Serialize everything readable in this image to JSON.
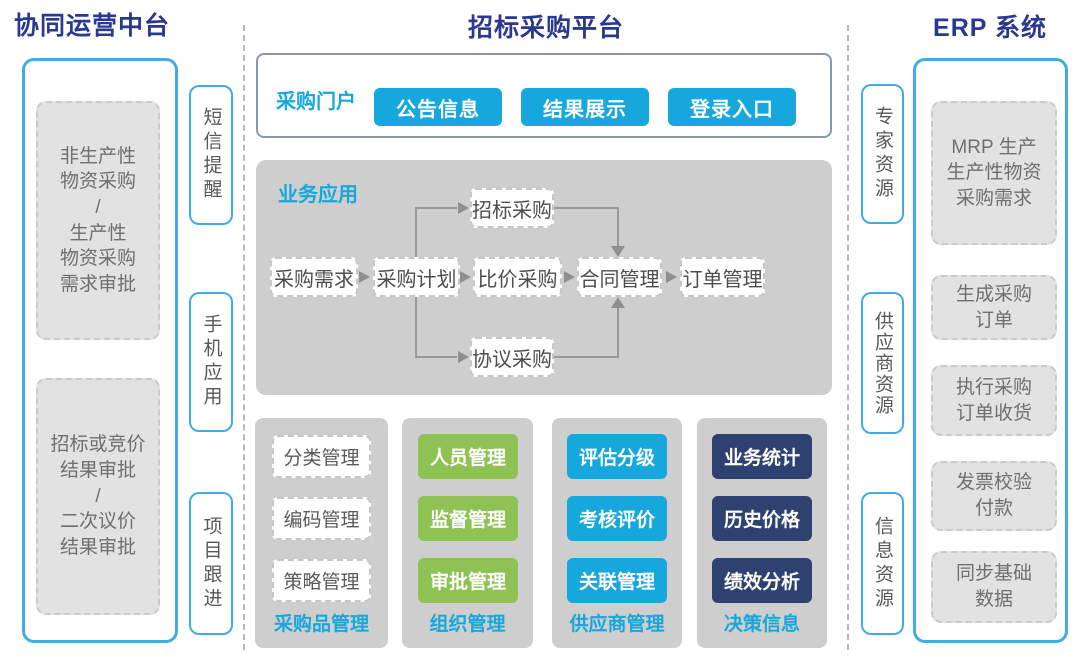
{
  "left": {
    "title": "协同运营中台",
    "box1": {
      "lines": [
        "非生产性",
        "物资采购",
        "/",
        "生产性",
        "物资采购",
        "需求审批"
      ]
    },
    "box2": {
      "lines": [
        "招标或竞价",
        "结果审批",
        "/",
        "二次议价",
        "结果审批"
      ]
    },
    "tabs": [
      "短信提醒",
      "手机应用",
      "项目跟进"
    ]
  },
  "center": {
    "title": "招标采购平台",
    "portal": {
      "label": "采购门户",
      "buttons": [
        "公告信息",
        "结果展示",
        "登录入口"
      ]
    },
    "business": {
      "label": "业务应用",
      "flow": [
        "采购需求",
        "采购计划",
        "比价采购",
        "合同管理",
        "订单管理"
      ],
      "branch_top": "招标采购",
      "branch_bottom": "协议采购"
    },
    "modules": [
      {
        "label": "采购品管理",
        "items": [
          "分类管理",
          "编码管理",
          "策略管理"
        ]
      },
      {
        "label": "组织管理",
        "items": [
          "人员管理",
          "监督管理",
          "审批管理"
        ]
      },
      {
        "label": "供应商管理",
        "items": [
          "评估分级",
          "考核评价",
          "关联管理"
        ]
      },
      {
        "label": "决策信息",
        "items": [
          "业务统计",
          "历史价格",
          "绩效分析"
        ]
      }
    ]
  },
  "right": {
    "title": "ERP 系统",
    "tabs": [
      "专家资源",
      "供应商资源",
      "信息资源"
    ],
    "boxes": [
      {
        "lines": [
          "MRP 生产",
          "生产性物资",
          "采购需求"
        ]
      },
      {
        "lines": [
          "生成采购",
          "订单"
        ]
      },
      {
        "lines": [
          "执行采购",
          "订单收货"
        ]
      },
      {
        "lines": [
          "发票校验",
          "付款"
        ]
      },
      {
        "lines": [
          "同步基础",
          "数据"
        ]
      }
    ]
  },
  "colors": {
    "title_navy": "#2A3890",
    "cyan": "#16A7DC",
    "green": "#8FC255",
    "navy": "#2E4170",
    "border_blue": "#41ACE4",
    "panel_gray": "#CECECE",
    "box_gray": "#E2E2E2"
  }
}
